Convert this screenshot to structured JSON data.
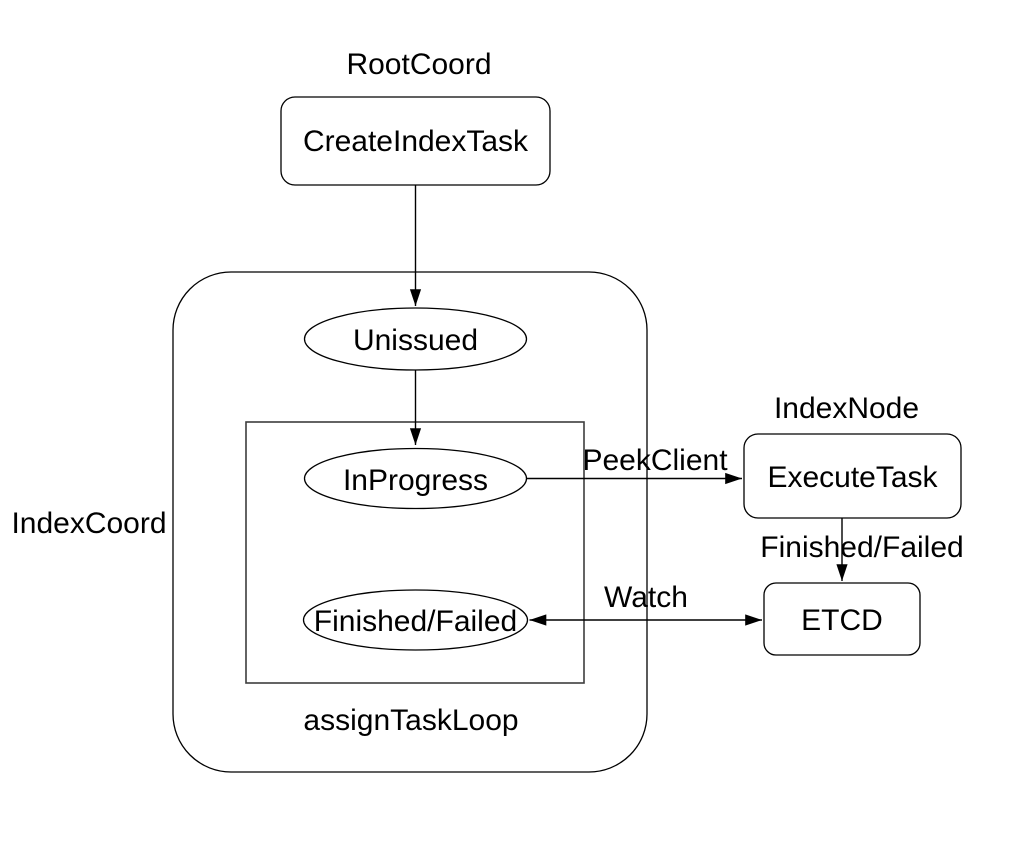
{
  "diagram": {
    "colors": {
      "background": "#ffffff",
      "stroke": "#000000",
      "inner_loop_stroke": "#3d3d3d",
      "text": "#000000"
    },
    "section_labels": {
      "root_coord": "RootCoord",
      "index_node": "IndexNode",
      "index_coord": "IndexCoord",
      "assign_task_loop": "assignTaskLoop"
    },
    "nodes": {
      "create_index_task": {
        "label": "CreateIndexTask",
        "shape": "rounded-rectangle"
      },
      "unissued": {
        "label": "Unissued",
        "shape": "ellipse"
      },
      "in_progress": {
        "label": "InProgress",
        "shape": "ellipse"
      },
      "finished_failed": {
        "label": "Finished/Failed",
        "shape": "ellipse"
      },
      "execute_task": {
        "label": "ExecuteTask",
        "shape": "rounded-rectangle"
      },
      "etcd": {
        "label": "ETCD",
        "shape": "rounded-rectangle"
      }
    },
    "edges": [
      {
        "from": "create_index_task",
        "to": "unissued",
        "label": "",
        "direction": "one-way"
      },
      {
        "from": "unissued",
        "to": "in_progress",
        "label": "",
        "direction": "one-way"
      },
      {
        "from": "in_progress",
        "to": "execute_task",
        "label": "PeekClient",
        "direction": "one-way"
      },
      {
        "from": "execute_task",
        "to": "etcd",
        "label": "Finished/Failed",
        "direction": "one-way"
      },
      {
        "from": "etcd",
        "to": "finished_failed",
        "label": "Watch",
        "direction": "two-way"
      }
    ]
  }
}
